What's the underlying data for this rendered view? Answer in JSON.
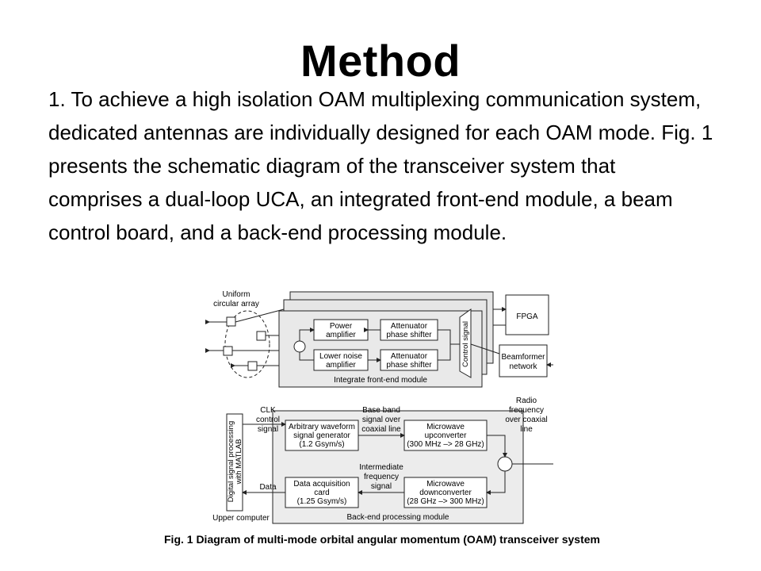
{
  "slide": {
    "title": "Method",
    "body": "1. To achieve a high isolation OAM multiplexing communication system, dedicated antennas are individually designed for each OAM mode. Fig. 1 presents the schematic diagram of the transceiver system that comprises a dual-loop UCA, an integrated front-end module, a beam control board, and a back-end processing module.",
    "caption": "Fig. 1  Diagram of multi-mode orbital angular momentum (OAM) transceiver system"
  },
  "diagram": {
    "uca_label": [
      "Uniform",
      "circular array"
    ],
    "power_amplifier": [
      "Power",
      "amplifier"
    ],
    "lna": [
      "Lower noise",
      "amplifier"
    ],
    "attenuator_tx": [
      "Attenuator",
      "phase shifter"
    ],
    "attenuator_rx": [
      "Attenuator",
      "phase shifter"
    ],
    "control_signal": "Control signal",
    "frontend_label": "Integrate front-end module",
    "fpga": "FPGA",
    "beamformer": [
      "Beamformer",
      "network"
    ],
    "radio_label": [
      "Radio",
      "frequency",
      "over coaxial",
      "line"
    ],
    "clk_label": [
      "CLK",
      "control",
      "signal"
    ],
    "awg": [
      "Arbitrary waveform",
      "signal generator",
      "(1.2 Gsym/s)"
    ],
    "baseband_label": [
      "Base band",
      "signal over",
      "coaxial line"
    ],
    "mw_up": [
      "Microwave",
      "upconverter",
      "(300 MHz –> 28 GHz)"
    ],
    "if_label": [
      "Intermediate",
      "frequency",
      "signal"
    ],
    "daq": [
      "Data acquisition",
      "card",
      "(1.25 Gsym/s)"
    ],
    "mw_down": [
      "Microwave",
      "downconverter",
      "(28 GHz –> 300 MHz)"
    ],
    "data_label": "Data",
    "dsp": [
      "Digital signal processing",
      "with MATLAB"
    ],
    "upper_computer": "Upper computer",
    "backend_label": "Back-end processing module"
  }
}
